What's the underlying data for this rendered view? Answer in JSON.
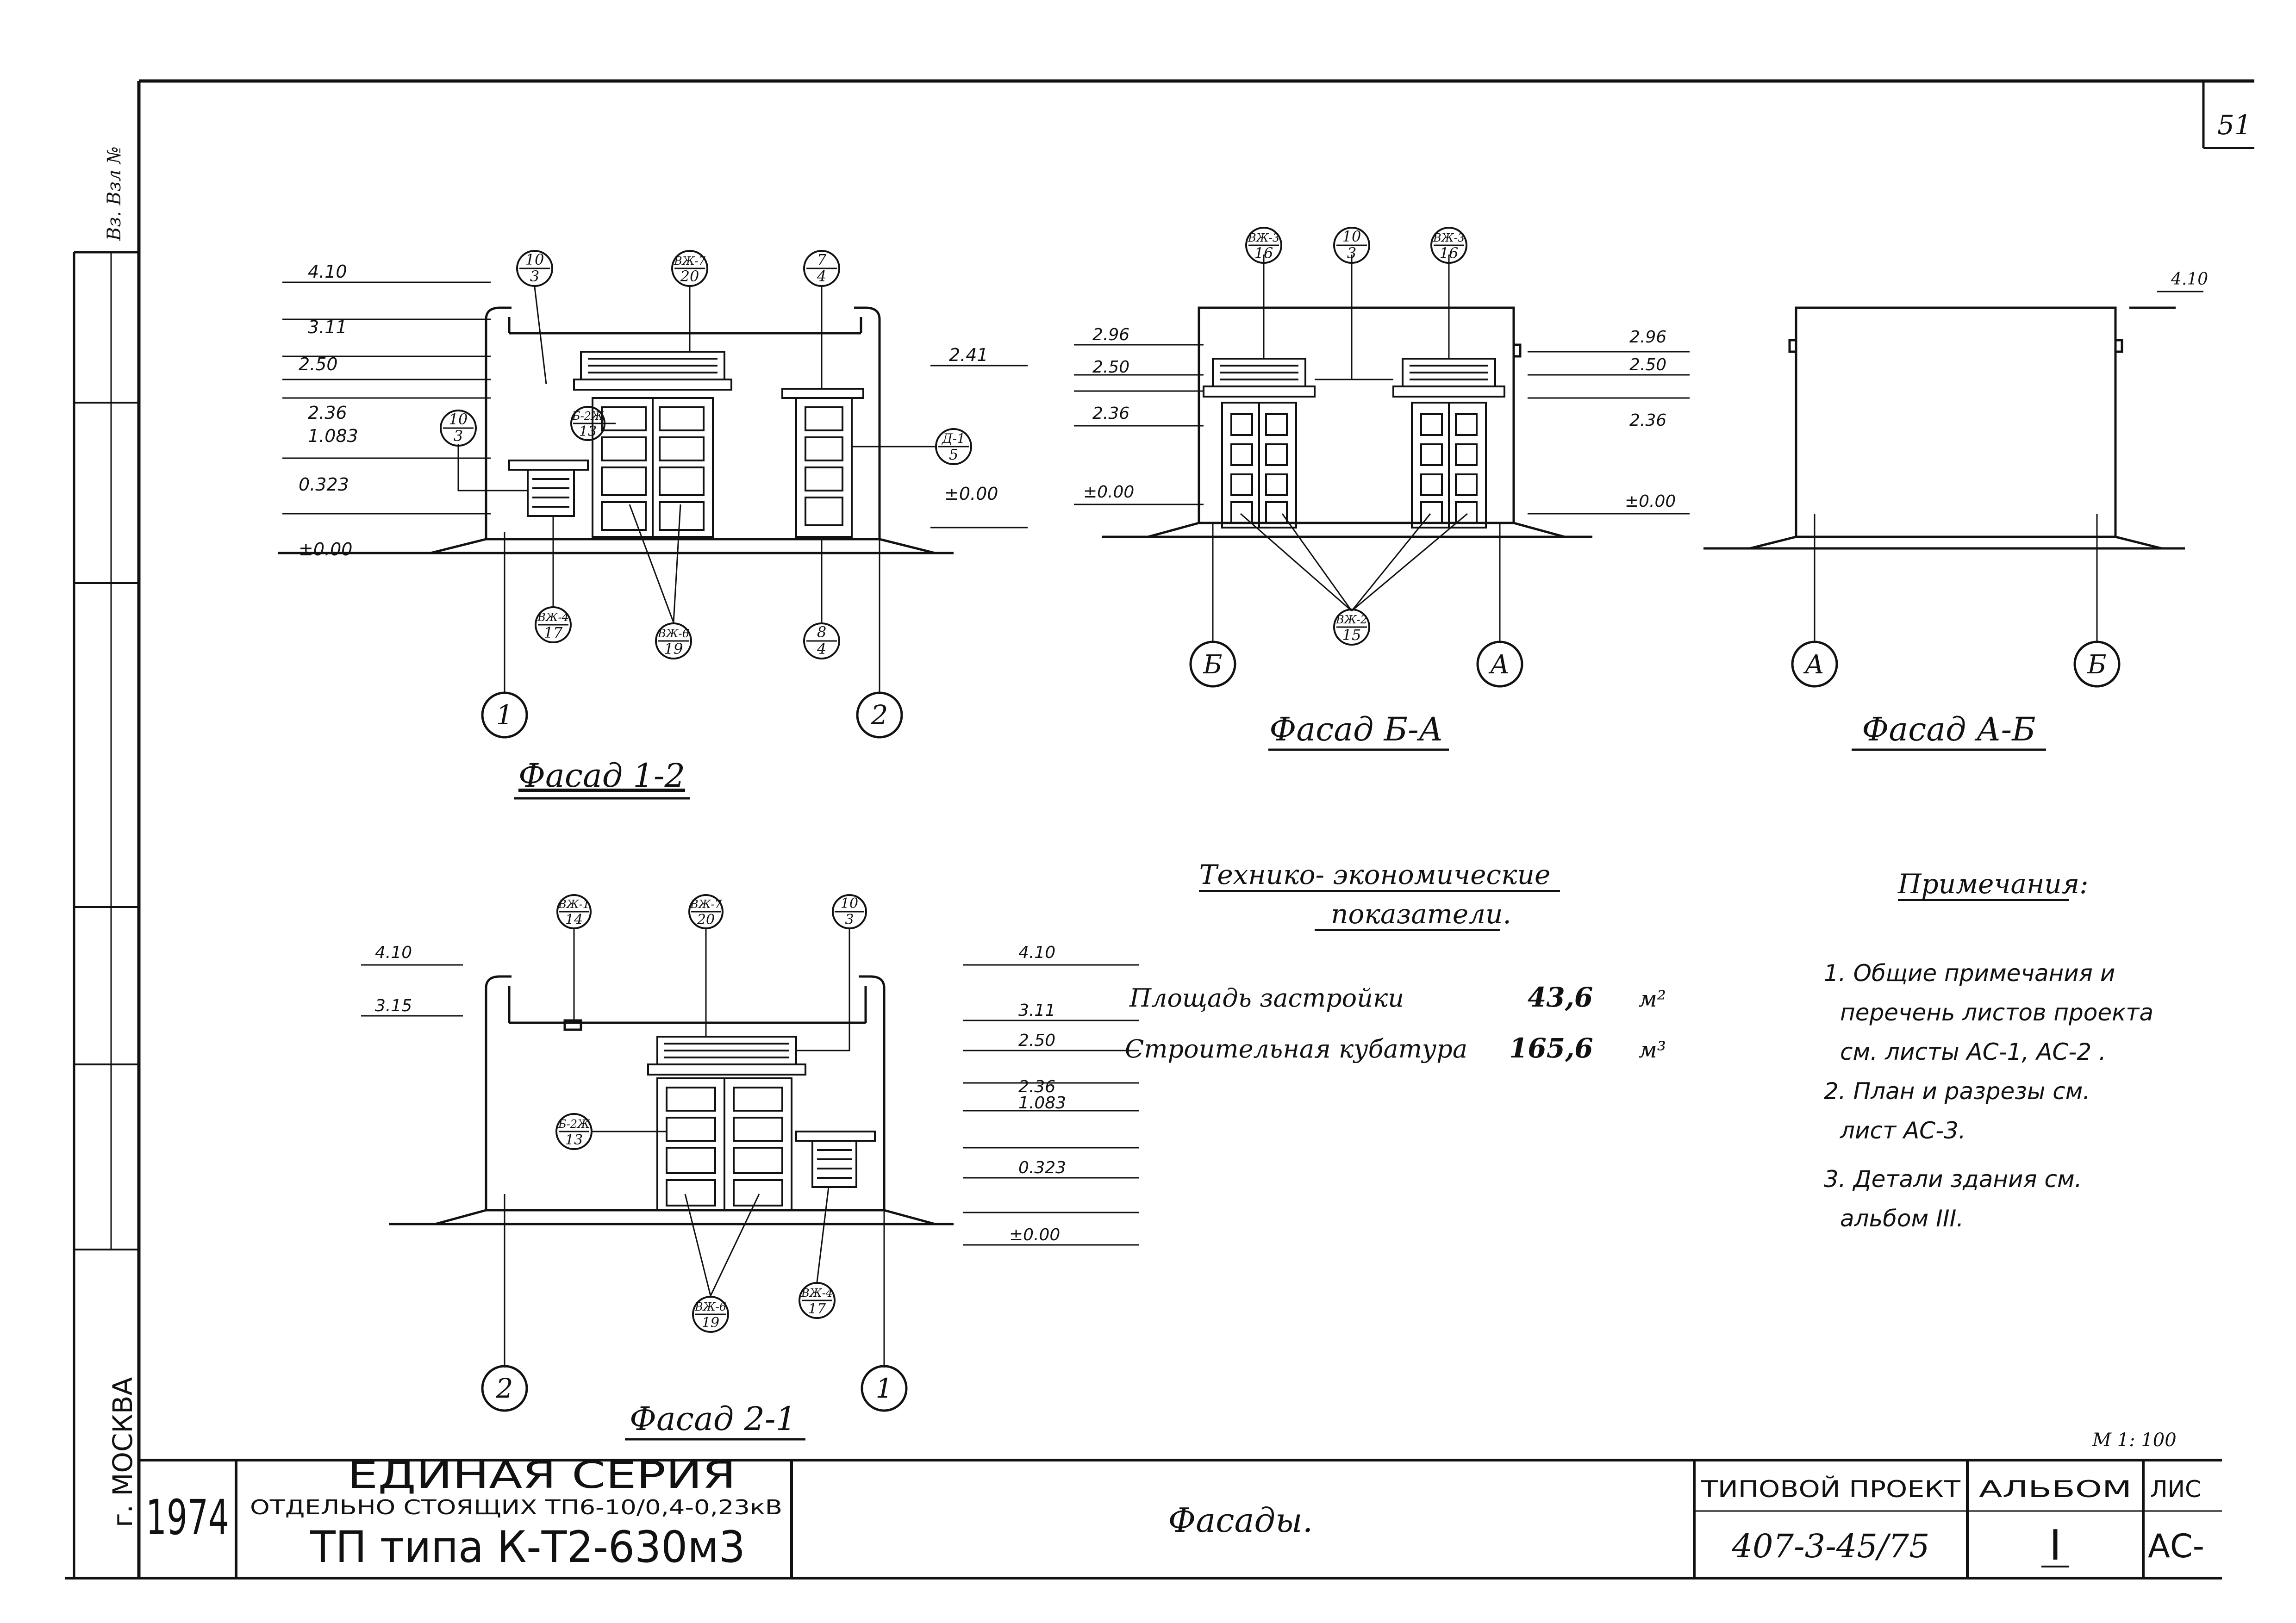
{
  "sheet_number": "51",
  "side_strip": {
    "city": "г. МОСКВА",
    "top_note": "Вз. Взл №"
  },
  "facade_1_2": {
    "title": "Фасад 1-2",
    "levels": [
      "4.10",
      "3.11",
      "2.50",
      "2.36",
      "1.083",
      "0.323",
      "±0.00"
    ],
    "right_levels": [
      "2.41",
      "±0.00"
    ],
    "axes": [
      "1",
      "2"
    ],
    "callouts": [
      {
        "top": "10",
        "bottom": "3"
      },
      {
        "top": "ВЖ-7",
        "bottom": "20"
      },
      {
        "top": "7",
        "bottom": "4"
      },
      {
        "top": "10",
        "bottom": "3"
      },
      {
        "top": "Б-2Ж",
        "bottom": "13"
      },
      {
        "top": "Д-1",
        "bottom": "5"
      },
      {
        "top": "ВЖ-4",
        "bottom": "17"
      },
      {
        "top": "ВЖ-6",
        "bottom": "19"
      },
      {
        "top": "8",
        "bottom": "4"
      }
    ]
  },
  "facade_b_a": {
    "title": "Фасад Б-А",
    "left_levels": [
      "2.96",
      "2.50",
      "2.36",
      "±0.00"
    ],
    "right_levels": [
      "2.96",
      "2.50",
      "2.36",
      "±0.00"
    ],
    "axes": [
      "Б",
      "А"
    ],
    "callouts": [
      {
        "top": "ВЖ-3",
        "bottom": "16"
      },
      {
        "top": "10",
        "bottom": "3"
      },
      {
        "top": "ВЖ-3",
        "bottom": "16"
      },
      {
        "top": "ВЖ-2",
        "bottom": "15"
      }
    ]
  },
  "facade_a_b": {
    "title": "Фасад А-Б",
    "levels": [
      "4.10"
    ],
    "axes": [
      "А",
      "Б"
    ]
  },
  "facade_2_1": {
    "title": "Фасад 2-1",
    "left_levels": [
      "4.10",
      "3.15"
    ],
    "right_levels": [
      "4.10",
      "3.11",
      "2.50",
      "2.36",
      "1.083",
      "0.323",
      "±0.00"
    ],
    "axes": [
      "2",
      "1"
    ],
    "callouts": [
      {
        "top": "ВЖ-1",
        "bottom": "14"
      },
      {
        "top": "ВЖ-7",
        "bottom": "20"
      },
      {
        "top": "10",
        "bottom": "3"
      },
      {
        "top": "Б-2Ж",
        "bottom": "13"
      },
      {
        "top": "ВЖ-6",
        "bottom": "19"
      },
      {
        "top": "ВЖ-4",
        "bottom": "17"
      }
    ]
  },
  "tech_indicators": {
    "title_line1": "Технико- экономические",
    "title_line2": "показатели.",
    "rows": [
      {
        "label": "Площадь застройки",
        "value": "43,6",
        "unit": "м²"
      },
      {
        "label": "Строительная кубатура",
        "value": "165,6",
        "unit": "м³"
      }
    ]
  },
  "notes": {
    "title": "Примечания:",
    "items": [
      "1. Общие примечания и",
      "перечень листов проекта",
      "см. листы АС-1, АС-2 .",
      "2. План и разрезы см.",
      "лист АС-3.",
      "3. Детали здания см.",
      "альбом III."
    ]
  },
  "scale": "М 1: 100",
  "title_block": {
    "year": "1974",
    "series_line1": "ЕДИНАЯ СЕРИЯ",
    "series_line2": "ОТДЕЛЬНО СТОЯЩИХ ТП6-10/0,4-0,23кВ",
    "series_line3": "ТП типа К-Т2-630м3",
    "sheet_title": "Фасады.",
    "project_label": "ТИПОВОЙ ПРОЕКТ",
    "project_number": "407-3-45/75",
    "album_label": "АЛЬБОМ",
    "album_number": "I",
    "sheet_label": "ЛИС",
    "sheet_code": "АС-"
  }
}
